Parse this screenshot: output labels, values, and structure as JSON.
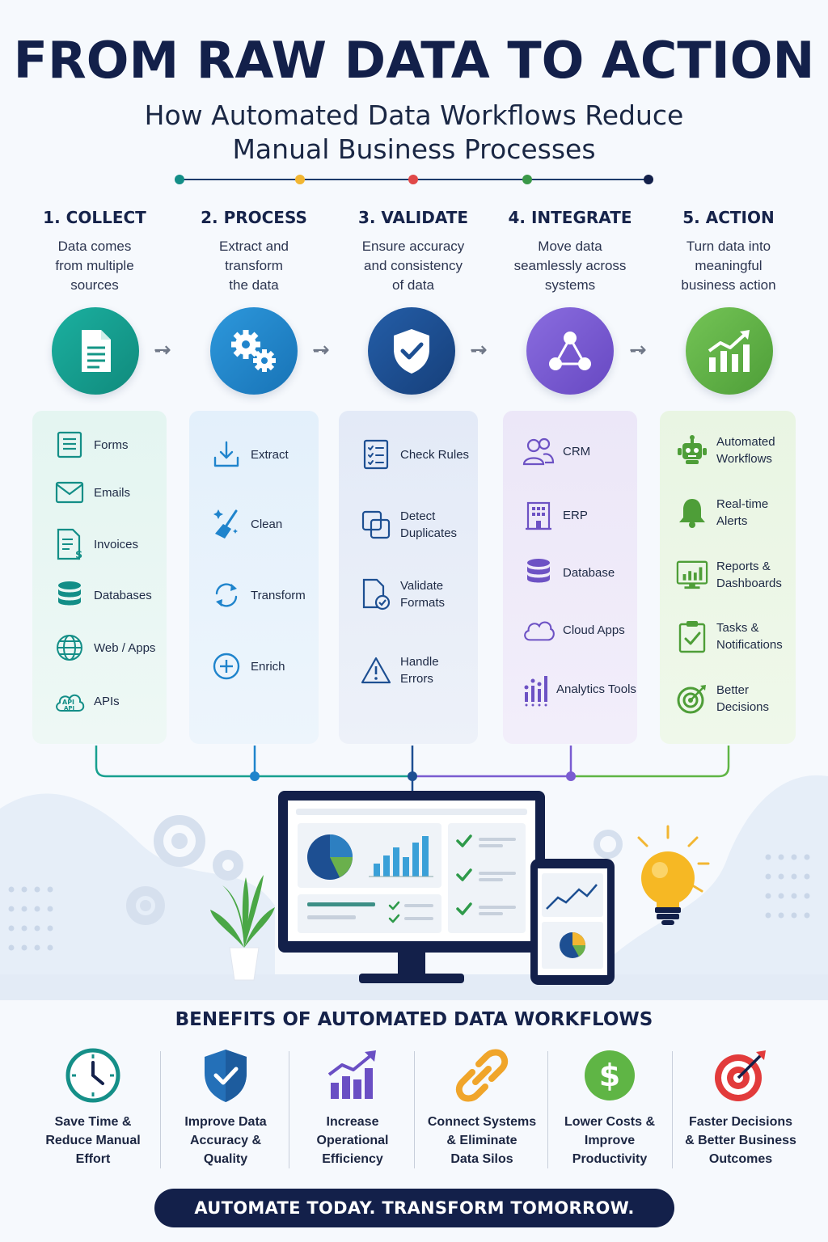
{
  "header": {
    "title": "FROM RAW DATA TO ACTION",
    "subtitle_line1": "How Automated Data Workflows Reduce",
    "subtitle_line2": "Manual Business Processes"
  },
  "colors": {
    "collect": "#16a08f",
    "process": "#1f84cc",
    "validate": "#1d4f92",
    "integrate": "#7a5cd1",
    "action": "#5fb545",
    "navy": "#13204a"
  },
  "steps": [
    {
      "title": "1. COLLECT",
      "desc": [
        "Data comes",
        "from multiple",
        "sources"
      ],
      "icon": "document-icon",
      "items": [
        {
          "label": "Forms",
          "icon": "form-icon"
        },
        {
          "label": "Emails",
          "icon": "email-icon"
        },
        {
          "label": "Invoices",
          "icon": "invoice-icon"
        },
        {
          "label": "Databases",
          "icon": "database-icon"
        },
        {
          "label": "Web / Apps",
          "icon": "globe-icon"
        },
        {
          "label": "APIs",
          "icon": "api-cloud-icon"
        }
      ]
    },
    {
      "title": "2. PROCESS",
      "desc": [
        "Extract and",
        "transform",
        "the data"
      ],
      "icon": "gears-icon",
      "items": [
        {
          "label": "Extract",
          "icon": "download-icon"
        },
        {
          "label": "Clean",
          "icon": "broom-icon"
        },
        {
          "label": "Transform",
          "icon": "refresh-icon"
        },
        {
          "label": "Enrich",
          "icon": "plus-circle-icon"
        }
      ]
    },
    {
      "title": "3. VALIDATE",
      "desc": [
        "Ensure accuracy",
        "and consistency",
        "of data"
      ],
      "icon": "shield-check-icon",
      "items": [
        {
          "label": "Check Rules",
          "icon": "checklist-icon"
        },
        {
          "label": "Detect Duplicates",
          "icon": "duplicate-icon"
        },
        {
          "label": "Validate Formats",
          "icon": "file-check-icon"
        },
        {
          "label": "Handle Errors",
          "icon": "warning-icon"
        }
      ]
    },
    {
      "title": "4. INTEGRATE",
      "desc": [
        "Move data",
        "seamlessly across",
        "systems"
      ],
      "icon": "network-icon",
      "items": [
        {
          "label": "CRM",
          "icon": "users-icon"
        },
        {
          "label": "ERP",
          "icon": "building-icon"
        },
        {
          "label": "Database",
          "icon": "database-icon"
        },
        {
          "label": "Cloud Apps",
          "icon": "cloud-icon"
        },
        {
          "label": "Analytics Tools",
          "icon": "analytics-icon"
        }
      ]
    },
    {
      "title": "5. ACTION",
      "desc": [
        "Turn data into",
        "meaningful",
        "business action"
      ],
      "icon": "growth-chart-icon",
      "items": [
        {
          "label": "Automated Workflows",
          "icon": "robot-icon"
        },
        {
          "label": "Real-time Alerts",
          "icon": "bell-icon"
        },
        {
          "label": "Reports & Dashboards",
          "icon": "dashboard-icon"
        },
        {
          "label": "Tasks & Notifications",
          "icon": "clipboard-check-icon"
        },
        {
          "label": "Better Decisions",
          "icon": "target-icon"
        }
      ]
    }
  ],
  "benefits": {
    "title": "BENEFITS OF AUTOMATED DATA WORKFLOWS",
    "items": [
      {
        "lines": [
          "Save Time &",
          "Reduce Manual",
          "Effort"
        ],
        "icon": "clock-icon"
      },
      {
        "lines": [
          "Improve Data",
          "Accuracy &",
          "Quality"
        ],
        "icon": "shield-check-icon"
      },
      {
        "lines": [
          "Increase",
          "Operational",
          "Efficiency"
        ],
        "icon": "bar-growth-icon"
      },
      {
        "lines": [
          "Connect Systems",
          "& Eliminate",
          "Data Silos"
        ],
        "icon": "link-icon"
      },
      {
        "lines": [
          "Lower Costs &",
          "Improve",
          "Productivity"
        ],
        "icon": "dollar-icon"
      },
      {
        "lines": [
          "Faster Decisions",
          "& Better Business",
          "Outcomes"
        ],
        "icon": "target-arrow-icon"
      }
    ]
  },
  "cta": "AUTOMATE TODAY. TRANSFORM TOMORROW."
}
